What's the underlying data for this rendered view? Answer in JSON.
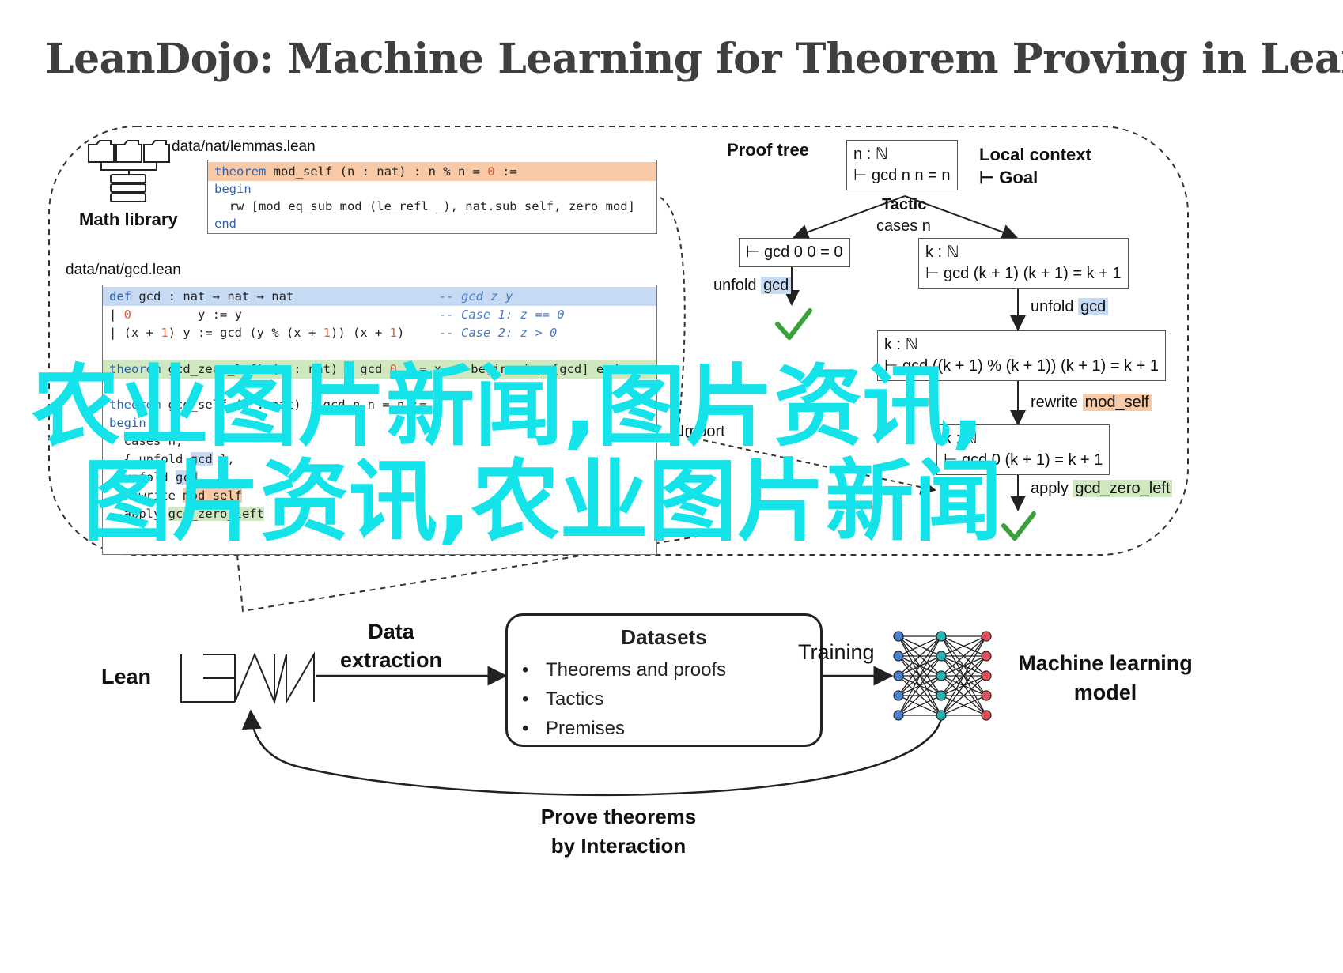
{
  "page": {
    "title": "LeanDojo: Machine Learning for Theorem Proving in Lean"
  },
  "diagram": {
    "math_library": {
      "label": "Math library",
      "lemmas_file": "data/nat/lemmas.lean",
      "gcd_file": "data/nat/gcd.lean"
    },
    "lemmas_code": {
      "line1": {
        "kw": "theorem",
        "a": " mod_self (n : nat) : n % n = ",
        "num": "0",
        "b": " :="
      },
      "line2": {
        "kw": "begin"
      },
      "line3": {
        "text": "  rw [mod_eq_sub_mod (le_refl _), nat.sub_self, zero_mod]"
      },
      "line4": {
        "kw": "end"
      }
    },
    "gcd_code": {
      "line1": {
        "kw": "def",
        "text": " gcd : nat → nat → nat",
        "comment": "-- gcd z y"
      },
      "line2": {
        "pre": "| ",
        "num": "0",
        "text": "         y := y",
        "comment": "-- Case 1: z == 0"
      },
      "line3": {
        "pre": "| (x + ",
        "num": "1",
        "mid": ") y := gcd (y % (x + ",
        "num2": "1",
        "mid2": ")) (x + ",
        "num3": "1",
        "post": ")",
        "comment": "-- Case 2: z > 0"
      },
      "line4": {
        "kw": "theorem",
        "text": " gcd_zero_left (x : nat) : gcd ",
        "num": "0",
        "post": " x = x := begin simp [gcd] end"
      },
      "line5": {
        "kw": "theorem",
        "text": " gcd_self (n : nat) : gcd n n = n :="
      },
      "line6": {
        "kw": "begin"
      },
      "line7": {
        "text": "  cases n,"
      },
      "line8": {
        "pre": "  { unfold ",
        "tag": "gcd",
        "post": " },"
      },
      "line9": {
        "pre": "  unfold ",
        "tag": "gcd"
      },
      "line10": {
        "pre": "  rewrite ",
        "tag": "mod_self"
      },
      "line11": {
        "pre": "  apply ",
        "tag": "gcd_zero_left"
      }
    },
    "proof_tree": {
      "label": "Proof tree",
      "root": {
        "line1": "n : ℕ",
        "line2": "⊢ gcd n n = n"
      },
      "legend": {
        "line1": "Local context",
        "line2": "⊢ Goal"
      },
      "tactic_label": "Tactic",
      "tactic_cases": "cases n",
      "left_goal": "⊢ gcd 0 0 = 0",
      "right_goal": {
        "line1": "k : ℕ",
        "line2": "⊢ gcd (k + 1) (k + 1) = k + 1"
      },
      "unfold_prefix": "unfold",
      "unfold_tag": "gcd",
      "unfold2_prefix": "unfold",
      "unfold2_tag": "gcd",
      "mid_goal": {
        "line1": "k : ℕ",
        "line2": "⊢ gcd ((k + 1) % (k + 1)) (k + 1) = k + 1"
      },
      "rewrite_prefix": "rewrite",
      "rewrite_tag": "mod_self",
      "import_label": "Import",
      "last_goal": {
        "line1": "k : ℕ",
        "line2": "⊢ gcd 0 (k + 1) = k + 1"
      },
      "apply_prefix": "apply",
      "apply_tag": "gcd_zero_left"
    },
    "pipeline": {
      "lean_label": "Lean",
      "lean_logo": "LEAN",
      "extraction_line1": "Data",
      "extraction_line2": "extraction",
      "datasets_title": "Datasets",
      "datasets_items": [
        "Theorems and proofs",
        "Tactics",
        "Premises"
      ],
      "training_label": "Training",
      "model_line1": "Machine learning",
      "model_line2": "model",
      "prove_line1": "Prove theorems",
      "prove_line2": "by Interaction"
    },
    "colors": {
      "highlight_orange": "#f7c9a6",
      "highlight_blue": "#c7daf3",
      "highlight_green": "#cfe8bf",
      "keyword": "#2d63b3",
      "number": "#e0603a",
      "check": "#3aa13a",
      "node_blue": "#4a7fd4",
      "node_teal": "#2bb3b3",
      "node_red": "#e0505a"
    }
  },
  "watermark": {
    "line1": "农业图片新闻,图片资讯,",
    "line2": "图片资讯,农业图片新闻"
  }
}
